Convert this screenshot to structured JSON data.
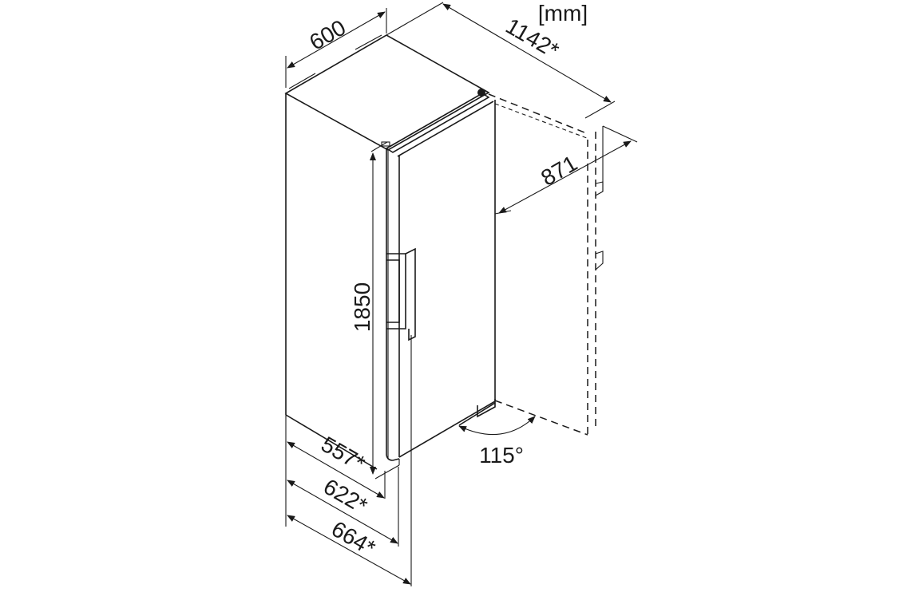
{
  "unit_label": "[mm]",
  "dimensions": {
    "width": "600",
    "depth_door_open": "1142*",
    "door_open_width": "871",
    "height": "1850",
    "depth_body": "557*",
    "depth_with_door": "622*",
    "depth_with_handle": "664*",
    "door_angle": "115°"
  },
  "colors": {
    "line": "#1a1a1a",
    "background": "#ffffff"
  }
}
